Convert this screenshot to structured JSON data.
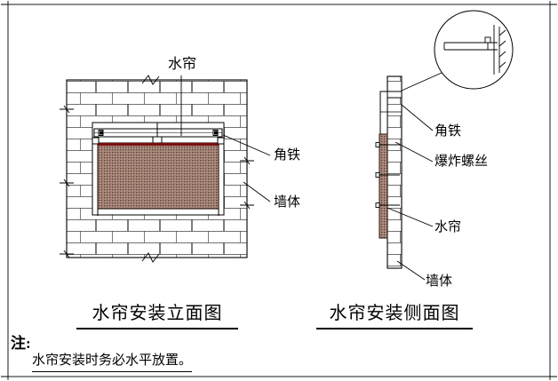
{
  "front_view": {
    "curtain_label": "水帘",
    "angle_iron_label": "角铁",
    "wall_label": "墙体",
    "caption": "水帘安装立面图"
  },
  "side_view": {
    "angle_iron_label": "角铁",
    "anchor_bolt_label": "爆炸螺丝",
    "curtain_label": "水帘",
    "wall_label": "墙体",
    "caption": "水帘安装侧面图"
  },
  "note": {
    "prefix": "注:",
    "text": "水帘安装时务必水平放置。"
  },
  "colors": {
    "line": "#000000",
    "brick_line": "#444444",
    "curtain_fill": "#a8897b",
    "curtain_dot": "#4a2f28",
    "curtain_top_edge": "#7a0f0f"
  }
}
